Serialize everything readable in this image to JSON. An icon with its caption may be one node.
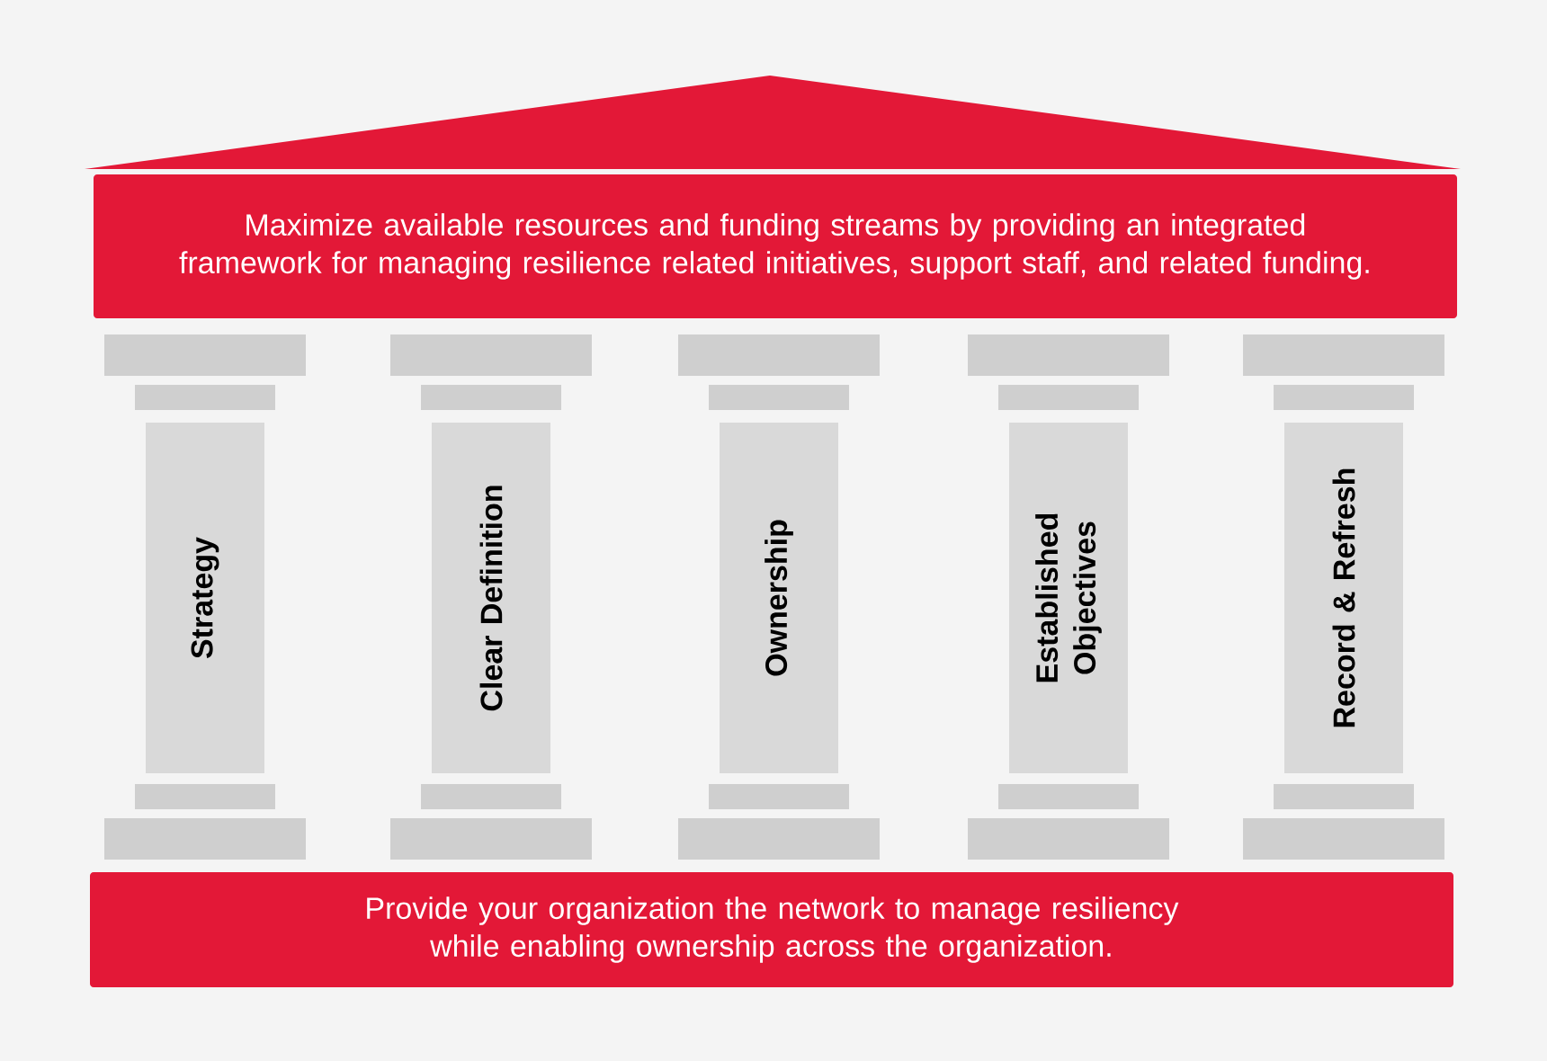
{
  "diagram": {
    "nodes": [
      {
        "text": [],
        "shape": "triangle"
      },
      {
        "text": [
          "Maximize available resources and funding streams by providing an integrated framework for managing resilience related initiatives, support staff, and related funding."
        ]
      },
      {
        "text": [
          "Strategy"
        ]
      },
      {
        "text": [
          "Clear Definition"
        ]
      },
      {
        "text": [
          "Ownership"
        ]
      },
      {
        "text": [
          "Established Objectives"
        ]
      },
      {
        "text": [
          "Record & Refresh"
        ]
      },
      {
        "text": [
          "Provide your organization the network to manage resiliency while enabling ownership across the organization."
        ]
      }
    ]
  }
}
